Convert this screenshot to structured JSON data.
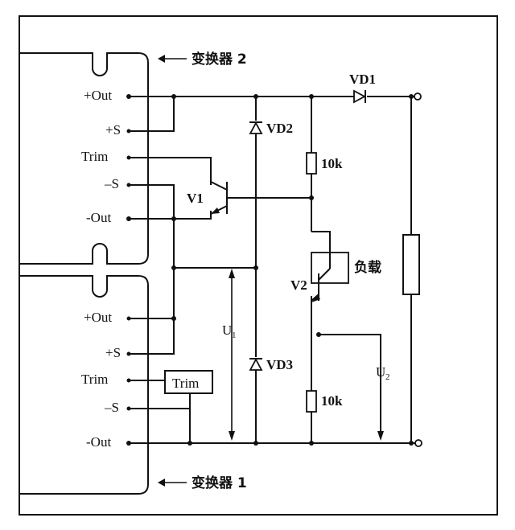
{
  "converter_top": {
    "label": "变换器 2",
    "pins": {
      "out_pos": "+Out",
      "sense_pos": "+S",
      "trim": "Trim",
      "sense_neg": "–S",
      "out_neg": "-Out"
    }
  },
  "converter_bottom": {
    "label": "变换器 1",
    "pins": {
      "out_pos": "+Out",
      "sense_pos": "+S",
      "trim": "Trim",
      "sense_neg": "–S",
      "out_neg": "-Out"
    }
  },
  "components": {
    "vd1": "VD1",
    "vd2": "VD2",
    "vd3": "VD3",
    "v1": "V1",
    "v2": "V2",
    "r_top": "10k",
    "r_bottom": "10k",
    "trim_box": "Trim",
    "load": "负载",
    "u1_label": "U",
    "u1_sub": "1",
    "u2_label": "U",
    "u2_sub": "2"
  }
}
